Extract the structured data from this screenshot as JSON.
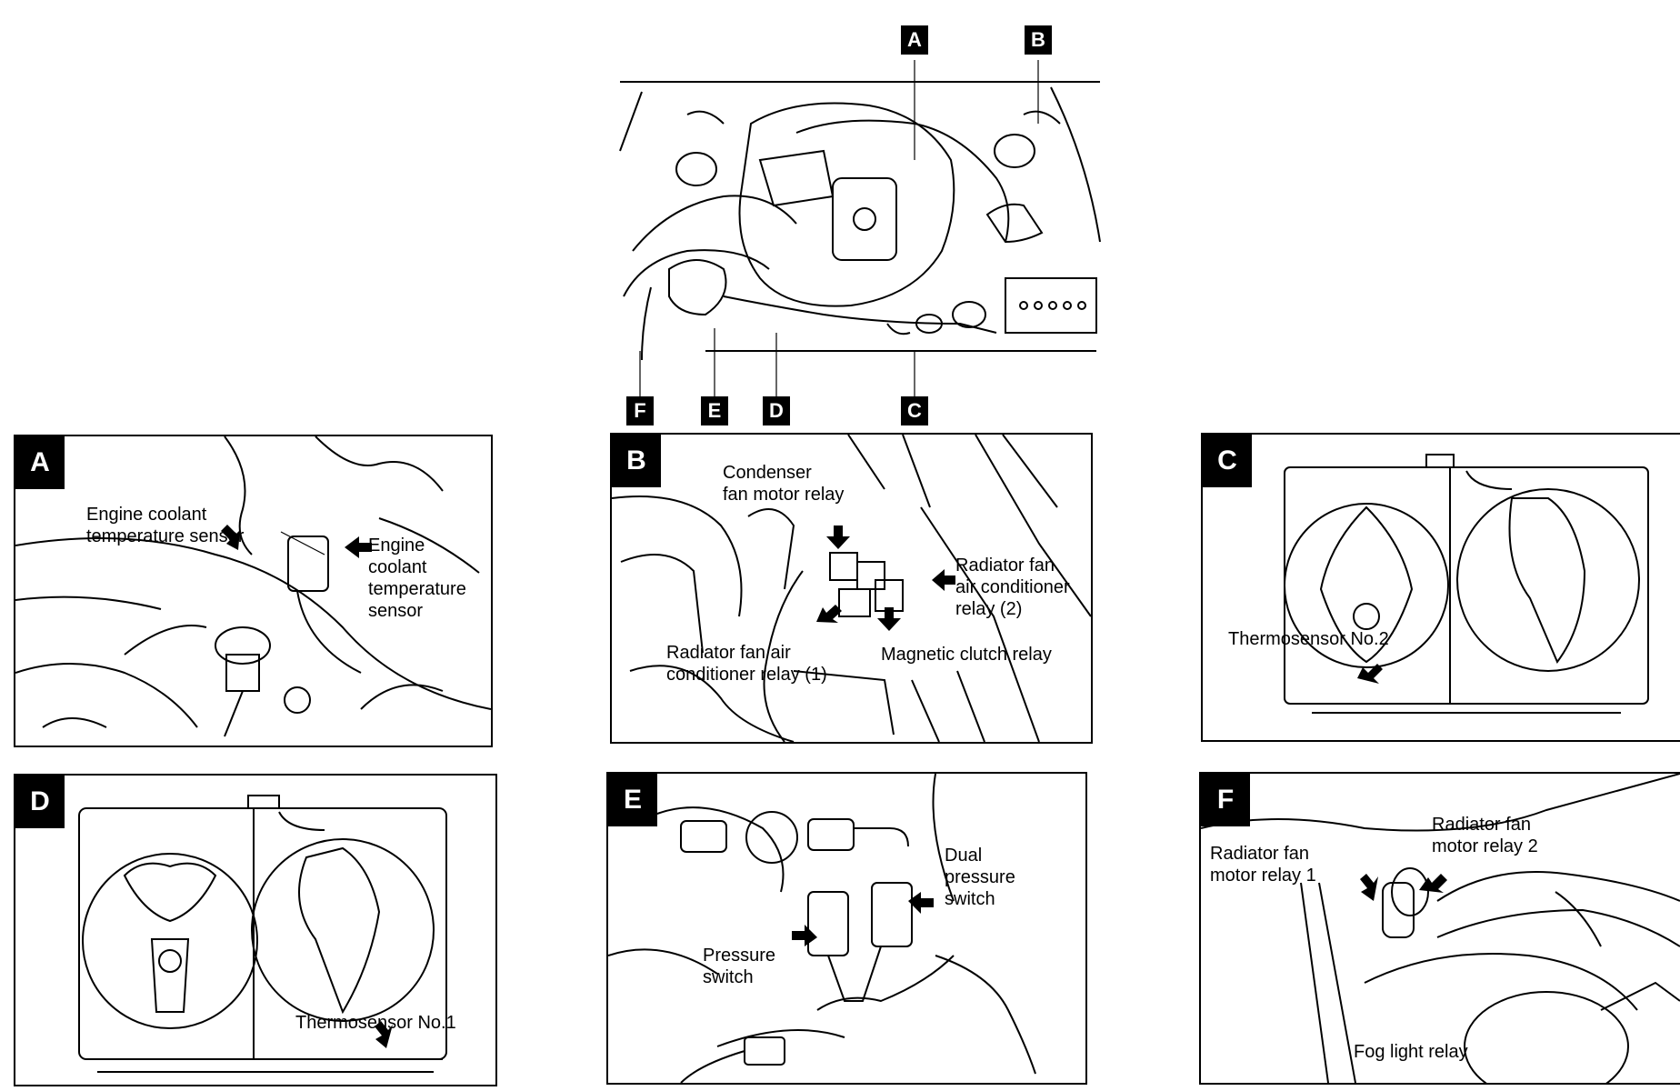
{
  "overview": {
    "callouts": {
      "A": "A",
      "B": "B",
      "C": "C",
      "D": "D",
      "E": "E",
      "F": "F"
    }
  },
  "panels": {
    "A": {
      "tag": "A",
      "labels": [
        "Engine coolant\ntemperature sensor",
        "Engine\ncoolant\ntemperature\nsensor"
      ]
    },
    "B": {
      "tag": "B",
      "labels": [
        "Condenser\nfan motor relay",
        "Radiator fan\nair conditioner\nrelay (2)",
        "Radiator fan air\nconditioner relay (1)",
        "Magnetic clutch relay"
      ]
    },
    "C": {
      "tag": "C",
      "labels": [
        "Thermosensor No.2"
      ]
    },
    "D": {
      "tag": "D",
      "labels": [
        "Thermosensor No.1"
      ]
    },
    "E": {
      "tag": "E",
      "labels": [
        "Dual\npressure\nswitch",
        "Pressure\nswitch"
      ]
    },
    "F": {
      "tag": "F",
      "labels": [
        "Radiator fan\nmotor relay 1",
        "Radiator fan\nmotor relay 2",
        "Fog light relay"
      ]
    }
  }
}
